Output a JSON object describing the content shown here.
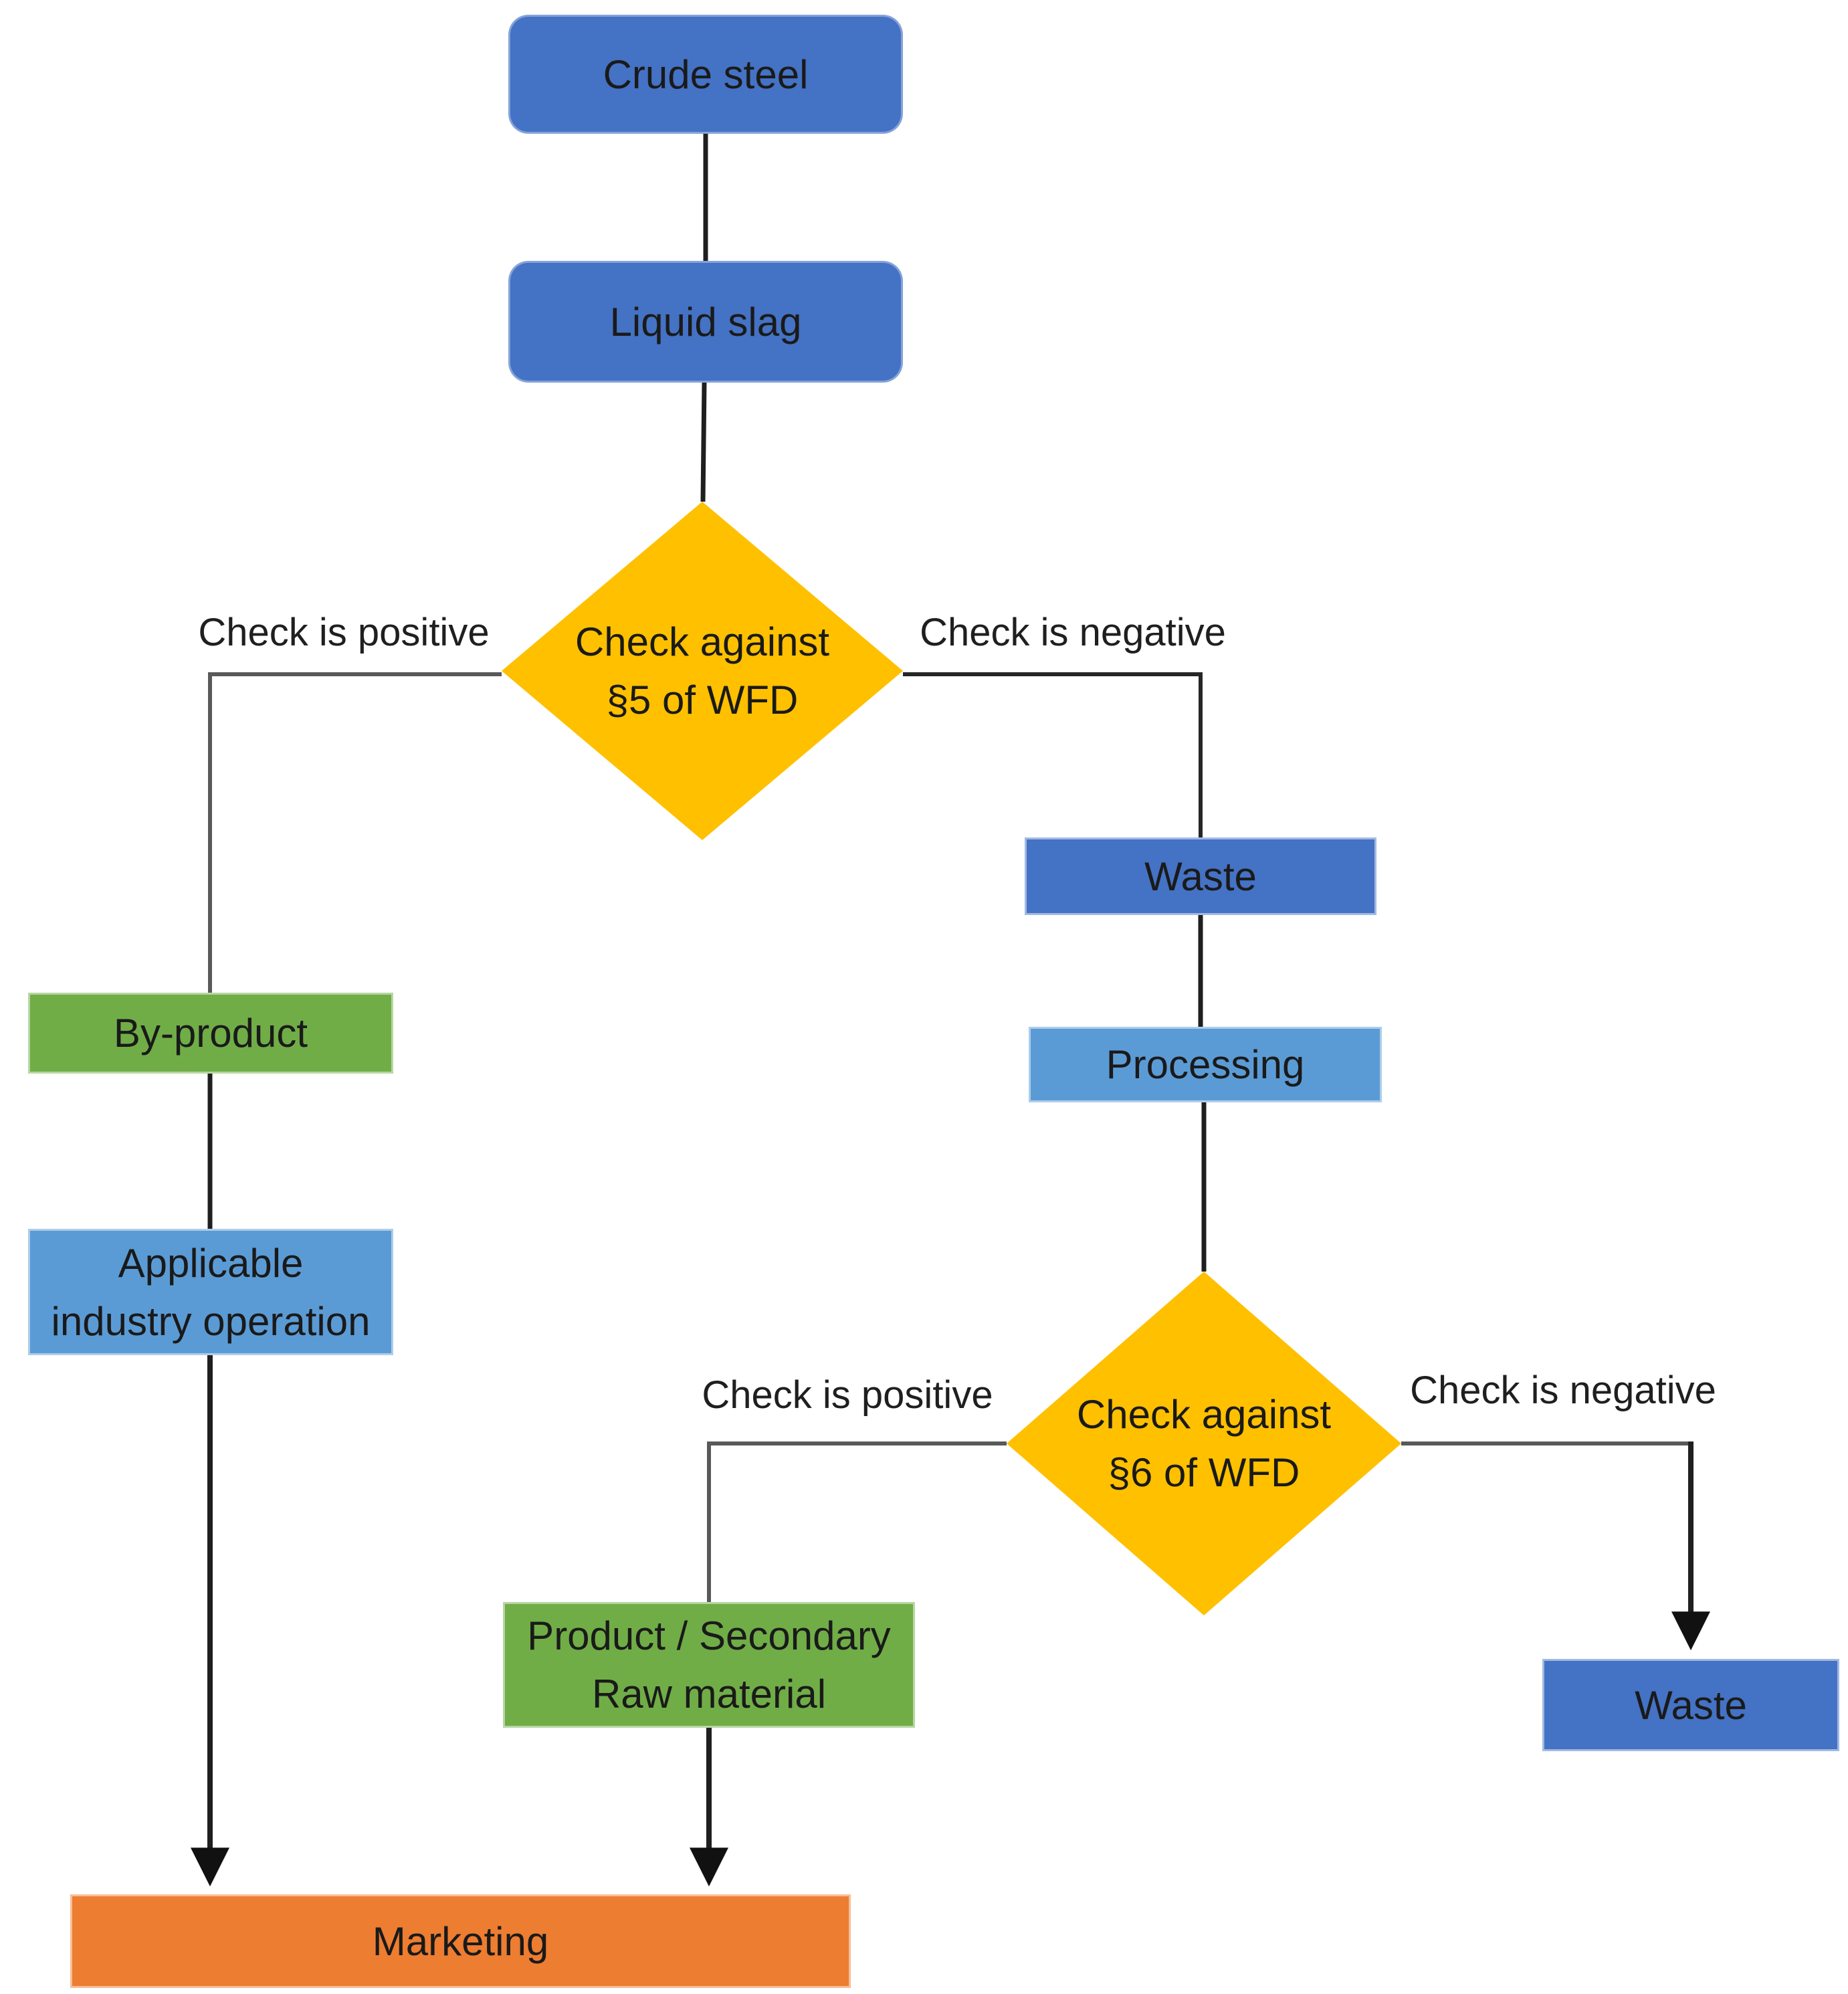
{
  "figure": {
    "type": "flowchart",
    "description": "Decision flow for classification of liquid slag from crude steel as by-product or waste under the Waste Framework Directive"
  },
  "colors": {
    "node_blue": "#4472C4",
    "node_light_blue": "#5B9BD5",
    "node_green": "#70AD47",
    "node_yellow": "#FFC000",
    "node_orange": "#ED7D31",
    "connector_gray": "#595959",
    "connector_dark": "#262626",
    "connector_black": "#1f1f1f",
    "arrowhead_black": "#111111",
    "text": "#1a1a1a"
  },
  "nodes": [
    {
      "id": "crude-steel",
      "shape": "rounded-rect",
      "fill": "#4472C4",
      "label": "Crude steel"
    },
    {
      "id": "liquid-slag",
      "shape": "rounded-rect",
      "fill": "#4472C4",
      "label": "Liquid slag"
    },
    {
      "id": "check-wfd-5",
      "shape": "diamond",
      "fill": "#FFC000",
      "label_line1": "Check against",
      "label_line2": "§5 of WFD"
    },
    {
      "id": "by-product",
      "shape": "rect",
      "fill": "#70AD47",
      "label": "By-product"
    },
    {
      "id": "applicable-industry-operation",
      "shape": "rect",
      "fill": "#5B9BD5",
      "label_line1": "Applicable",
      "label_line2": "industry operation"
    },
    {
      "id": "waste-after-check-5",
      "shape": "rect",
      "fill": "#4472C4",
      "label": "Waste"
    },
    {
      "id": "processing",
      "shape": "rect",
      "fill": "#5B9BD5",
      "label": "Processing"
    },
    {
      "id": "check-wfd-6",
      "shape": "diamond",
      "fill": "#FFC000",
      "label_line1": "Check against",
      "label_line2": "§6 of WFD"
    },
    {
      "id": "product-secondary-raw-material",
      "shape": "rect",
      "fill": "#70AD47",
      "label_line1": "Product / Secondary",
      "label_line2": "Raw material"
    },
    {
      "id": "waste-after-check-6",
      "shape": "rect",
      "fill": "#4472C4",
      "label": "Waste"
    },
    {
      "id": "marketing",
      "shape": "rect",
      "fill": "#ED7D31",
      "label": "Marketing"
    }
  ],
  "edge_labels": [
    {
      "id": "check5-positive",
      "text": "Check is positive"
    },
    {
      "id": "check5-negative",
      "text": "Check is negative"
    },
    {
      "id": "check6-positive",
      "text": "Check is positive"
    },
    {
      "id": "check6-negative",
      "text": "Check is negative"
    }
  ]
}
